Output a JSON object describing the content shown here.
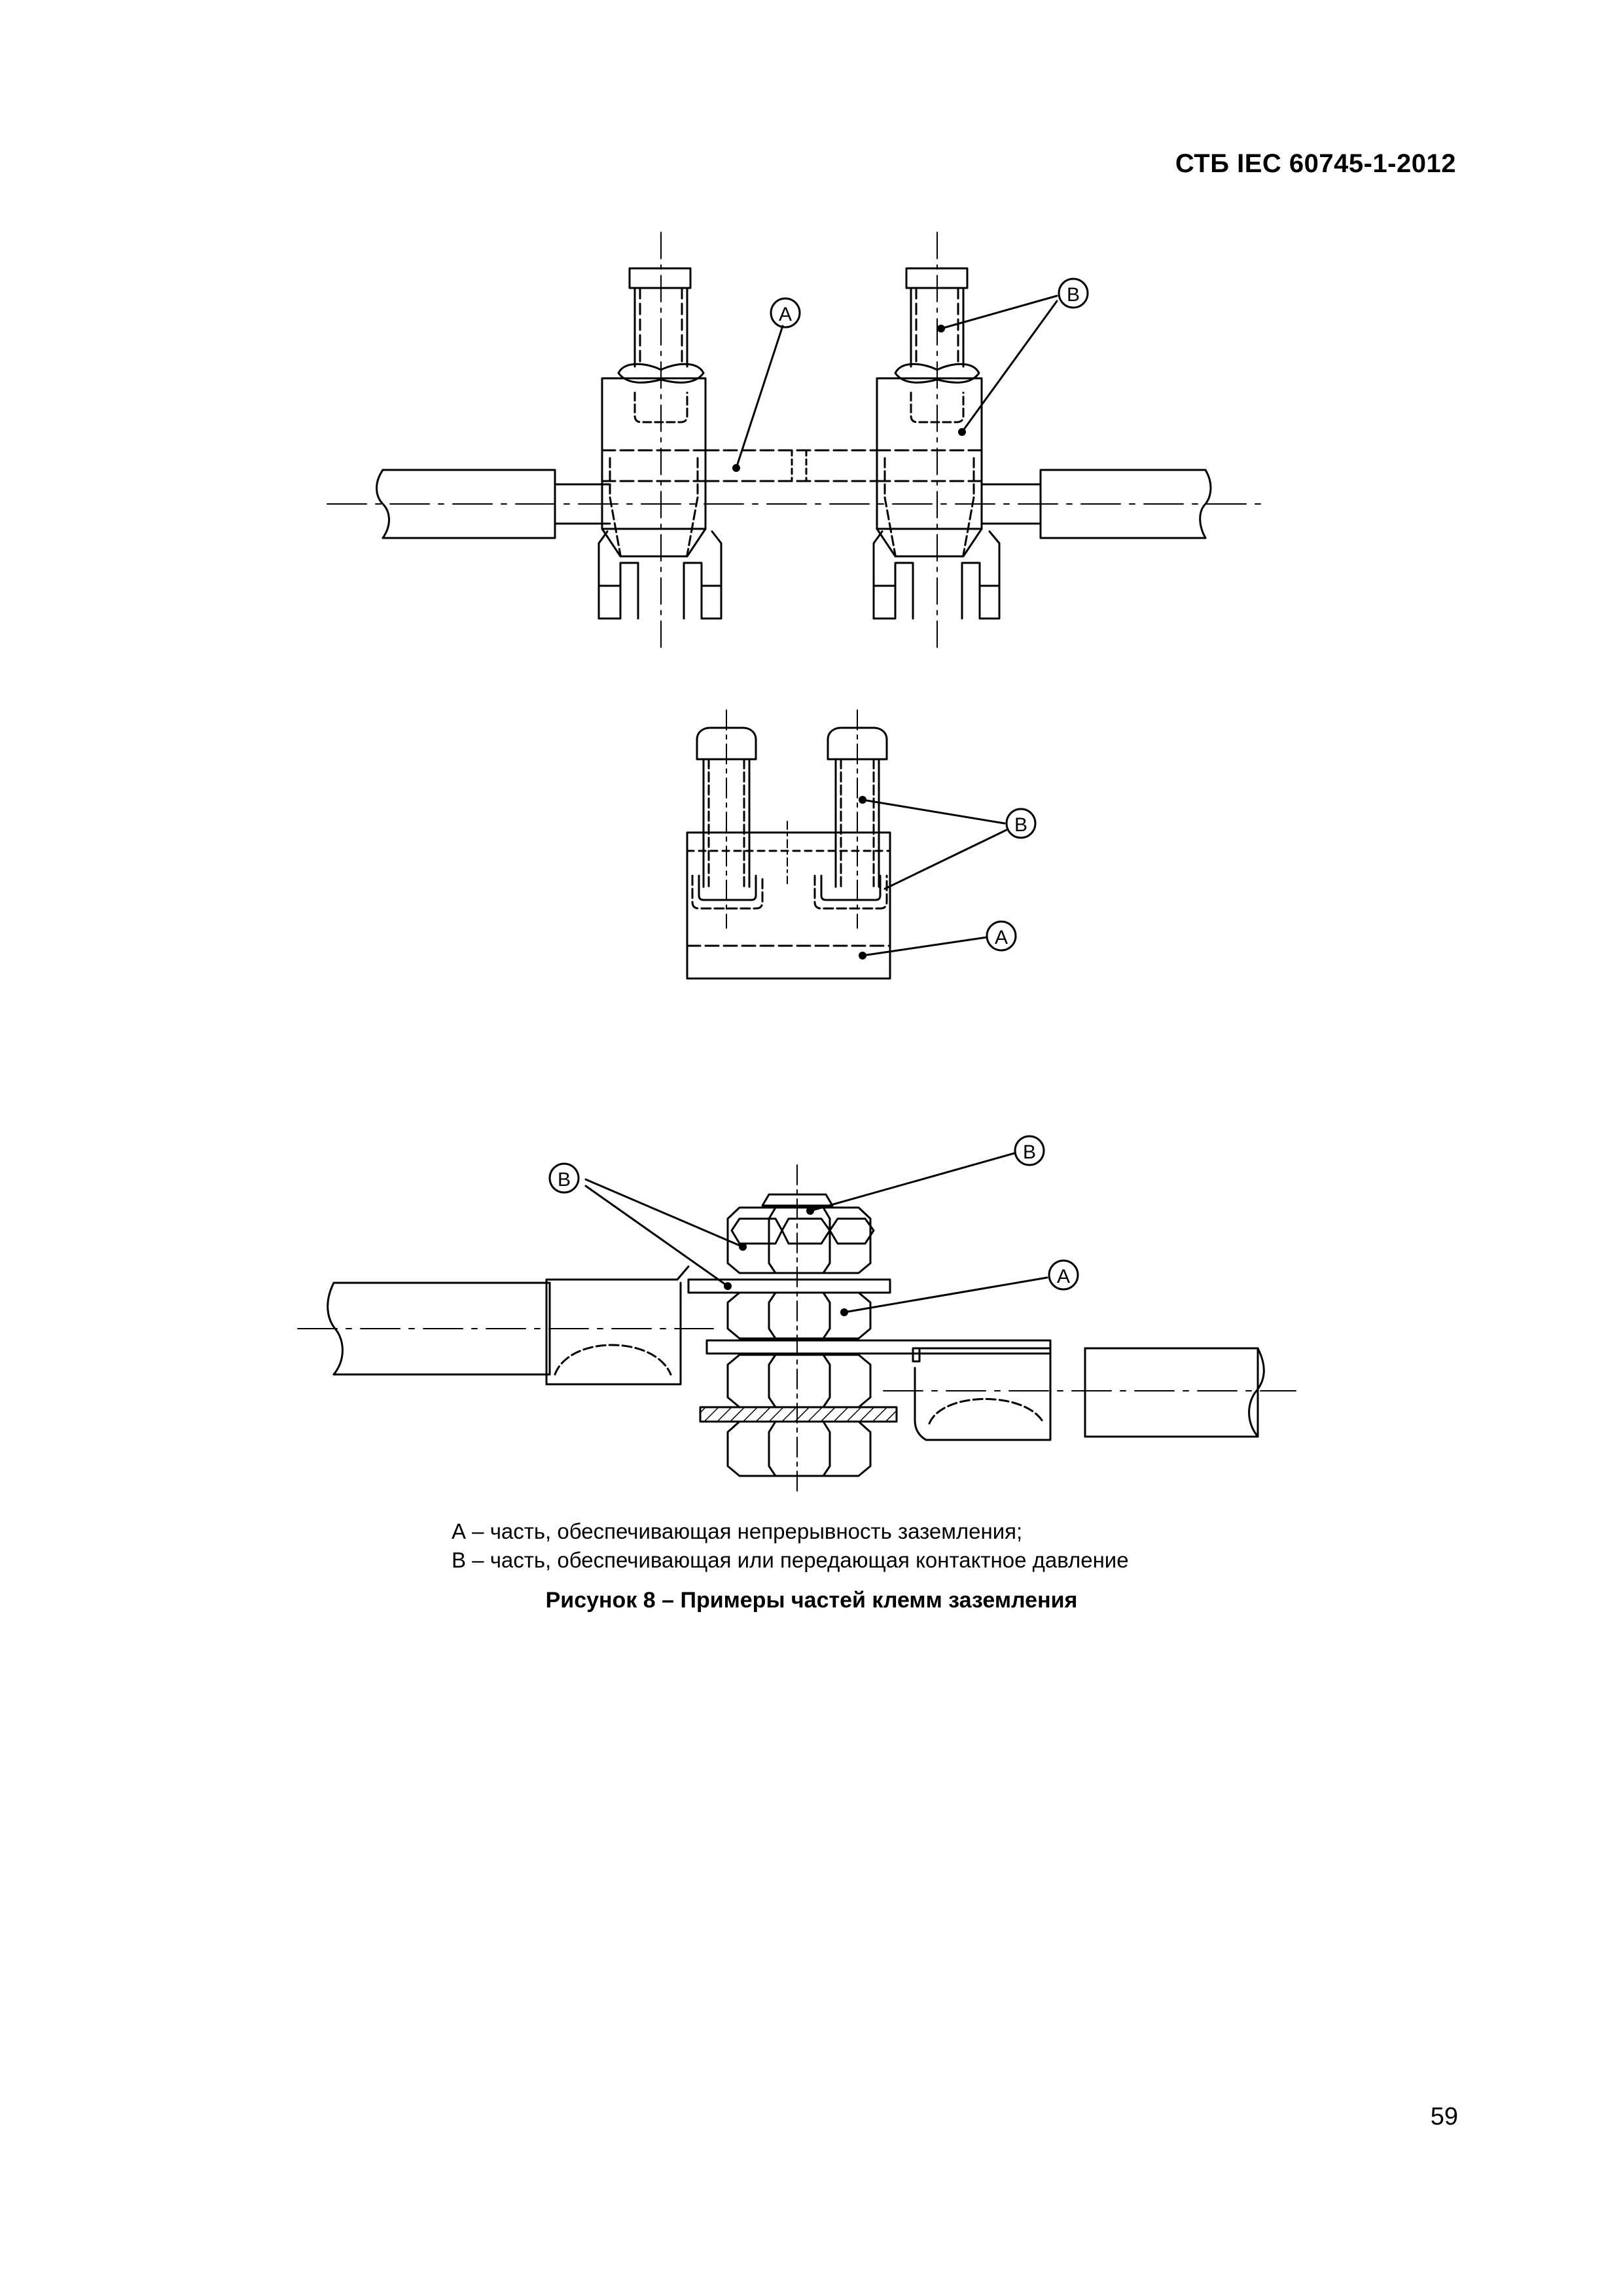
{
  "header": {
    "doc_code": "СТБ IEC 60745-1-2012"
  },
  "figure": {
    "labels": {
      "a": "A",
      "b": "B"
    }
  },
  "legend": {
    "line_a": "А – часть, обеспечивающая непрерывность заземления;",
    "line_b": "В – часть, обеспечивающая или передающая контактное давление"
  },
  "caption": "Рисунок 8 – Примеры частей клемм заземления",
  "page_number": "59"
}
